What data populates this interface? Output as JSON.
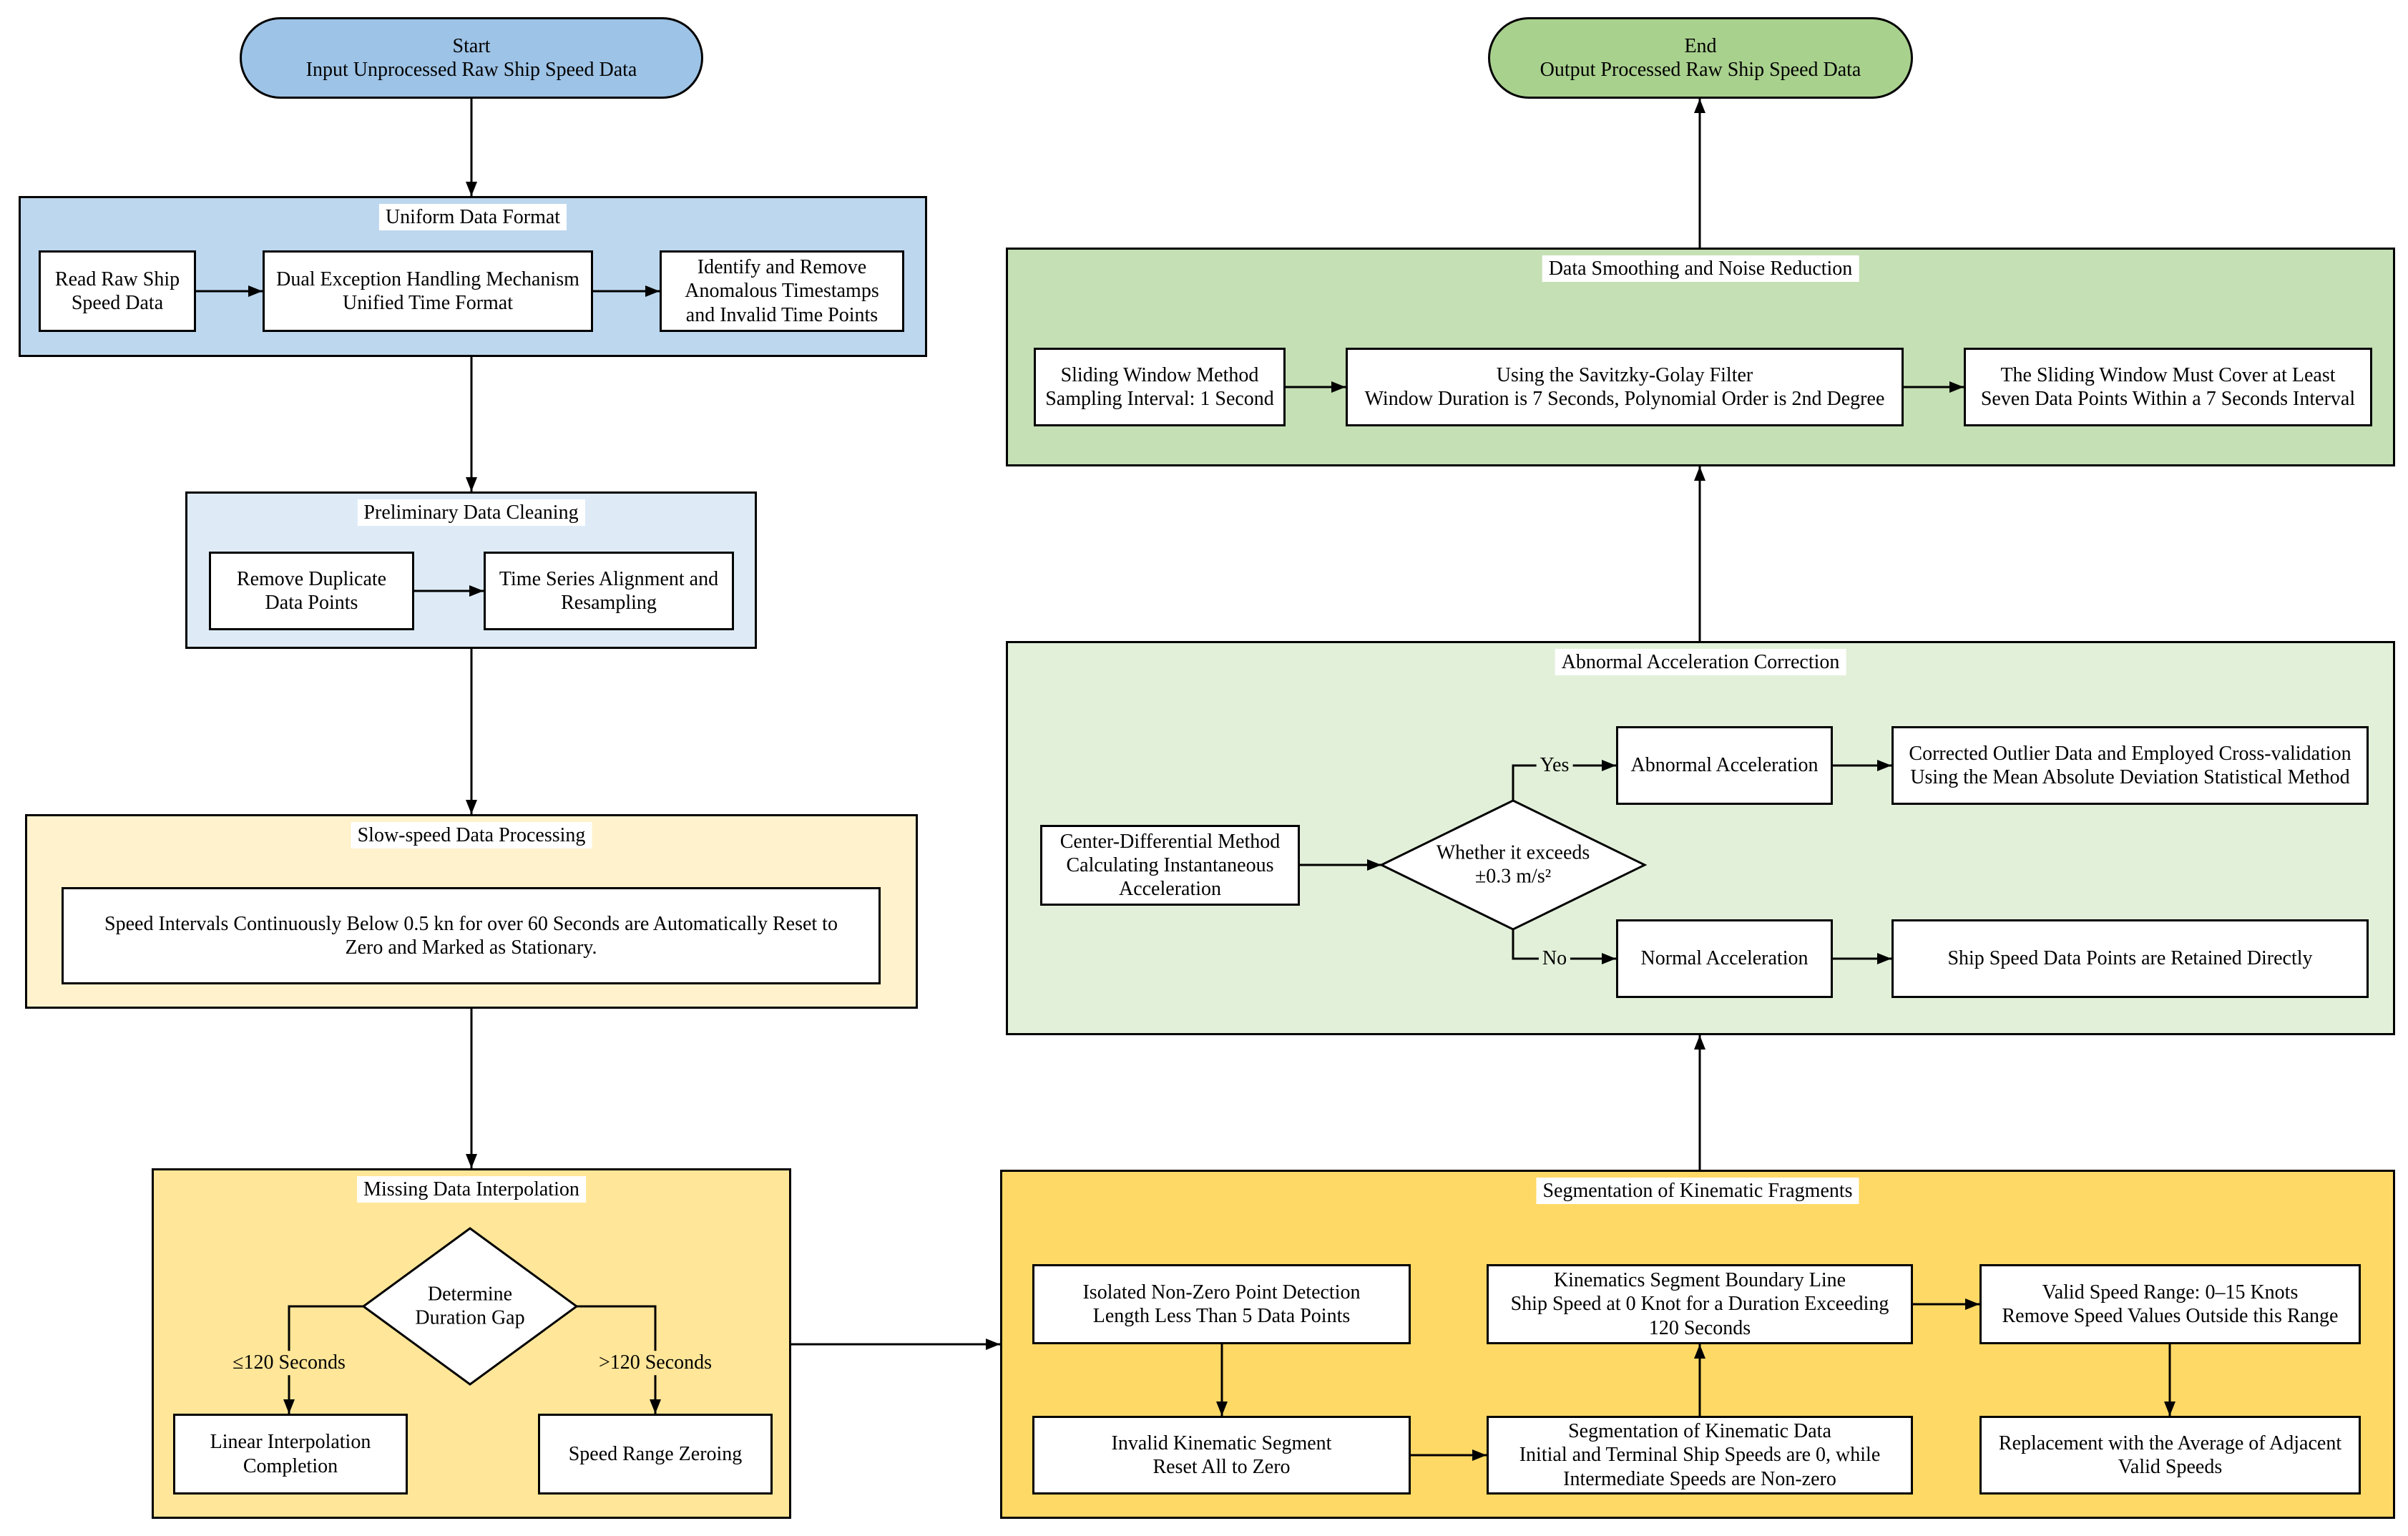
{
  "colors": {
    "start_fill": "#9DC3E6",
    "end_fill": "#A9D18E",
    "uniform_fill": "#BDD7EE",
    "preliminary_fill": "#DEEBF7",
    "slow_fill": "#FFF2CC",
    "missing_fill": "#FFE699",
    "segmentation_fill": "#FFD966",
    "abnormal_fill": "#E2F0D9",
    "smoothing_fill": "#C5E0B4"
  },
  "start": {
    "title": "Start",
    "text": "Input Unprocessed Raw Ship Speed Data"
  },
  "end": {
    "title": "End",
    "text": "Output Processed Raw Ship Speed Data"
  },
  "uniform_data_format": {
    "title": "Uniform Data Format",
    "steps": [
      "Read Raw Ship\nSpeed Data",
      "Dual Exception Handling Mechanism\nUnified Time Format",
      "Identify and Remove\nAnomalous Timestamps\nand Invalid Time Points"
    ]
  },
  "preliminary_data_cleaning": {
    "title": "Preliminary Data Cleaning",
    "steps": [
      "Remove Duplicate\nData Points",
      "Time Series Alignment and\nResampling"
    ]
  },
  "slow_speed_data_processing": {
    "title": "Slow-speed Data Processing",
    "rule": "Speed Intervals Continuously Below 0.5 kn for over 60 Seconds are Automatically Reset to\nZero and Marked as Stationary."
  },
  "missing_data_interpolation": {
    "title": "Missing Data Interpolation",
    "decision": "Determine\nDuration Gap",
    "branches": [
      {
        "label": "≤120 Seconds",
        "action": "Linear Interpolation\nCompletion"
      },
      {
        "label": ">120 Seconds",
        "action": "Speed Range Zeroing"
      }
    ]
  },
  "segmentation": {
    "title": "Segmentation of Kinematic Fragments",
    "isolated": "Isolated Non-Zero Point Detection\nLength Less Than 5 Data Points",
    "invalid": "Invalid Kinematic Segment\nReset All to Zero",
    "segment_data": "Segmentation of Kinematic Data\nInitial and Terminal Ship Speeds are 0, while\nIntermediate Speeds are Non-zero",
    "boundary": "Kinematics Segment Boundary Line\nShip Speed at 0 Knot for a Duration Exceeding\n120 Seconds",
    "valid_range": "Valid Speed Range: 0–15 Knots\nRemove Speed Values Outside this Range",
    "replacement": "Replacement with the Average of Adjacent\nValid Speeds"
  },
  "abnormal_acceleration_correction": {
    "title": "Abnormal Acceleration Correction",
    "method": "Center-Differential Method\nCalculating Instantaneous\nAcceleration",
    "decision": "Whether it exceeds\n±0.3 m/s²",
    "yes_label": "Yes",
    "no_label": "No",
    "abnormal": "Abnormal Acceleration",
    "normal": "Normal Acceleration",
    "abnormal_action": "Corrected Outlier Data and Employed Cross-validation\nUsing the Mean Absolute Deviation Statistical Method",
    "normal_action": "Ship Speed Data Points are Retained Directly"
  },
  "data_smoothing": {
    "title": "Data Smoothing and Noise Reduction",
    "steps": [
      "Sliding Window Method\nSampling Interval: 1 Second",
      "Using the Savitzky-Golay Filter\nWindow Duration is 7 Seconds, Polynomial Order is 2nd Degree",
      "The Sliding Window Must Cover at Least\nSeven Data Points Within a 7 Seconds Interval"
    ]
  }
}
